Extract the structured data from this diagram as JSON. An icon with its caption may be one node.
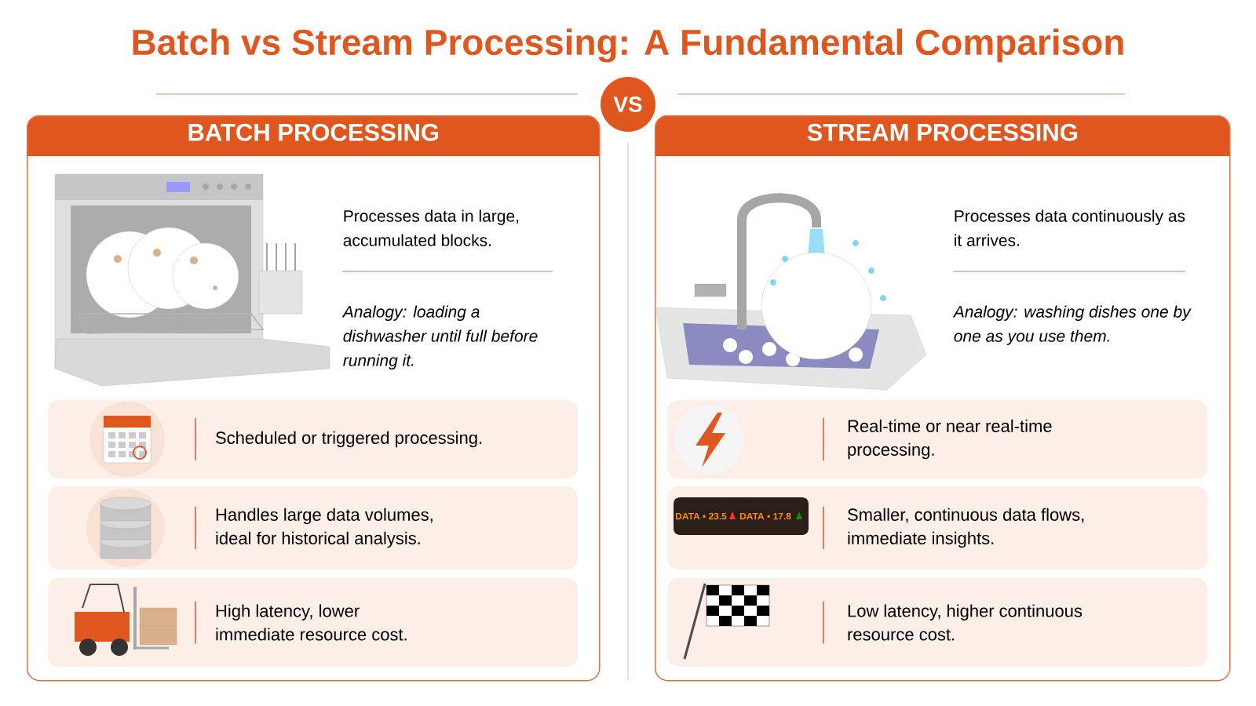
{
  "diagram": {
    "title": "Batch vs Stream Processing: A Fundamental Comparison",
    "nodes": [
      {
        "text": [
          "VS"
        ]
      },
      {
        "text": [
          "BATCH PROCESSING",
          "Processes data in large, accumulated blocks.",
          "Analogy: loading a dishwasher until full before running it."
        ]
      },
      {
        "text": [
          "Scheduled or triggered processing."
        ],
        "in": 1
      },
      {
        "text": [
          "Handles large data volumes, ideal for historical analysis."
        ],
        "in": 1
      },
      {
        "text": [
          "High latency, lower immediate resource cost."
        ],
        "in": 1
      },
      {
        "text": [
          "STREAM PROCESSING",
          "Processes data continuously as it arrives.",
          "Analogy: washing dishes one by one as you use them."
        ]
      },
      {
        "text": [
          "Real-time or near real-time processing."
        ],
        "in": 5
      },
      {
        "text": [
          "Smaller, continuous data flows, immediate insights."
        ],
        "in": 5
      },
      {
        "text": [
          "Low latency, higher continuous resource cost."
        ],
        "in": 5
      }
    ],
    "labels": [
      "DATA • 23.5",
      "DATA • 17.8"
    ]
  }
}
